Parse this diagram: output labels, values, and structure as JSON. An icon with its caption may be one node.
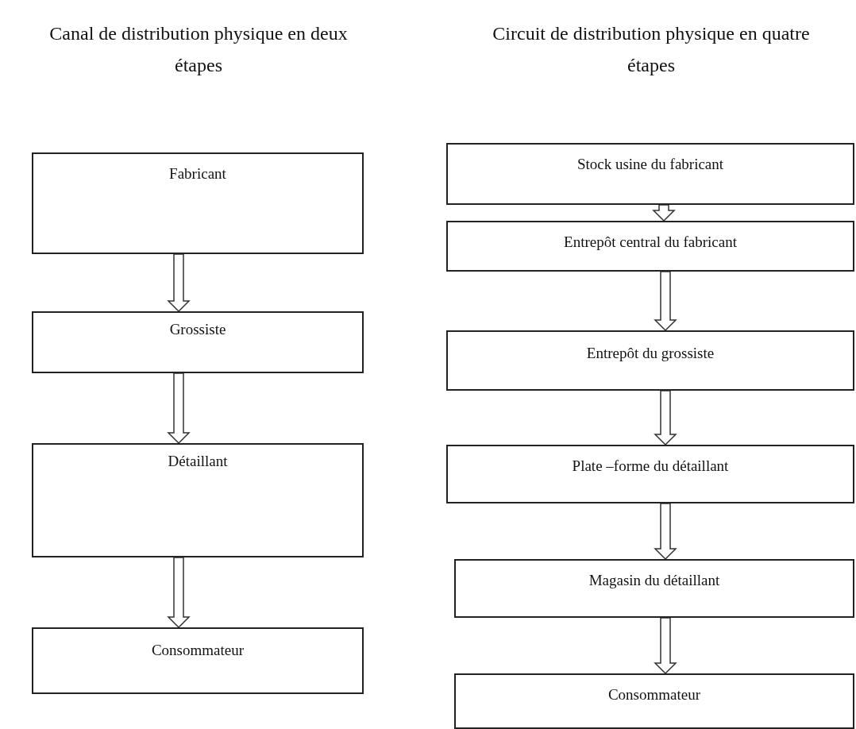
{
  "diagram": {
    "nodes": [
      {
        "text": [
          "Fabricant"
        ]
      },
      {
        "text": [
          "Grossiste"
        ]
      },
      {
        "text": [
          "Détaillant"
        ]
      },
      {
        "text": [
          "Consommateur"
        ]
      },
      {
        "text": [
          "Stock usine du fabricant"
        ]
      },
      {
        "text": [
          "Entrepôt central du fabricant"
        ]
      },
      {
        "text": [
          "Entrepôt du grossiste"
        ]
      },
      {
        "text": [
          "Plate –forme du détaillant"
        ]
      },
      {
        "text": [
          "Magasin du détaillant"
        ]
      },
      {
        "text": [
          "Consommateur"
        ]
      }
    ],
    "edges": [
      {
        "from": 0,
        "to": 1,
        "arrow": "to"
      },
      {
        "from": 1,
        "to": 2,
        "arrow": "to"
      },
      {
        "from": 2,
        "to": 3,
        "arrow": "to"
      },
      {
        "from": 4,
        "to": 5,
        "arrow": "to"
      },
      {
        "from": 5,
        "to": 6,
        "arrow": "to"
      },
      {
        "from": 6,
        "to": 7,
        "arrow": "to"
      },
      {
        "from": 7,
        "to": 8,
        "arrow": "to"
      },
      {
        "from": 8,
        "to": 9,
        "arrow": "to"
      }
    ],
    "labels": [
      "Canal de distribution physique en deux étapes",
      "Circuit de distribution physique en quatre étapes"
    ]
  }
}
